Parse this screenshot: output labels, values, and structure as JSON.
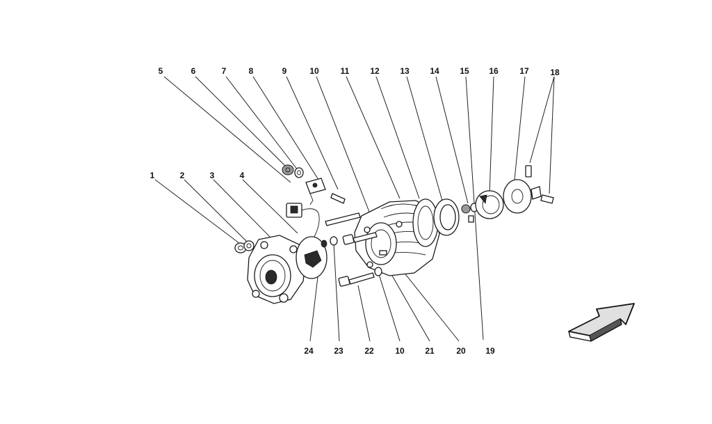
{
  "callouts": {
    "top": [
      "5",
      "6",
      "7",
      "8",
      "9",
      "10",
      "11",
      "12",
      "13",
      "14",
      "15",
      "16",
      "17",
      "18"
    ],
    "left": [
      "1",
      "2",
      "3",
      "4"
    ],
    "bottom": [
      "24",
      "23",
      "22",
      "10",
      "21",
      "20",
      "19"
    ]
  },
  "icons": {
    "direction_arrow": "front-direction-arrow-icon"
  }
}
